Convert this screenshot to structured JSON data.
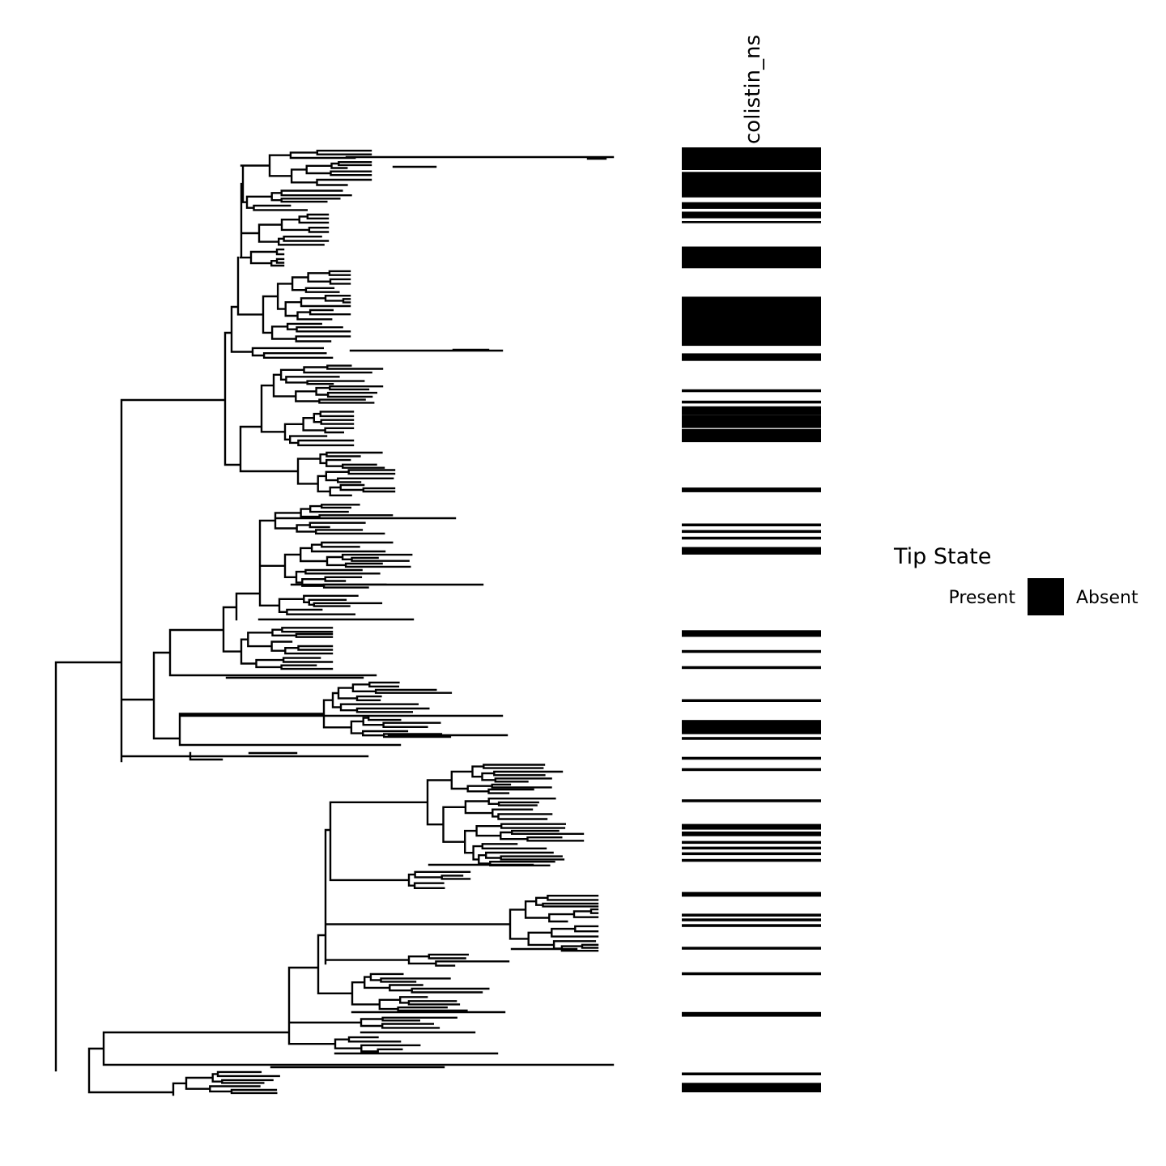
{
  "heatmap": {
    "column_label": "colistin_ns",
    "present_rows": [
      [
        0.0,
        0.024
      ],
      [
        0.026,
        0.053
      ],
      [
        0.058,
        0.065
      ],
      [
        0.068,
        0.075
      ],
      [
        0.078,
        0.08
      ],
      [
        0.105,
        0.128
      ],
      [
        0.158,
        0.21
      ],
      [
        0.218,
        0.226
      ],
      [
        0.256,
        0.259
      ],
      [
        0.268,
        0.271
      ],
      [
        0.274,
        0.283
      ],
      [
        0.283,
        0.297
      ],
      [
        0.298,
        0.312
      ],
      [
        0.36,
        0.365
      ],
      [
        0.398,
        0.401
      ],
      [
        0.405,
        0.408
      ],
      [
        0.412,
        0.415
      ],
      [
        0.423,
        0.431
      ],
      [
        0.511,
        0.518
      ],
      [
        0.532,
        0.535
      ],
      [
        0.549,
        0.552
      ],
      [
        0.584,
        0.587
      ],
      [
        0.606,
        0.621
      ],
      [
        0.624,
        0.627
      ],
      [
        0.645,
        0.648
      ],
      [
        0.657,
        0.66
      ],
      [
        0.69,
        0.693
      ],
      [
        0.716,
        0.722
      ],
      [
        0.724,
        0.729
      ],
      [
        0.734,
        0.737
      ],
      [
        0.74,
        0.743
      ],
      [
        0.746,
        0.749
      ],
      [
        0.753,
        0.756
      ],
      [
        0.788,
        0.793
      ],
      [
        0.811,
        0.814
      ],
      [
        0.816,
        0.819
      ],
      [
        0.822,
        0.825
      ],
      [
        0.846,
        0.849
      ],
      [
        0.873,
        0.876
      ],
      [
        0.915,
        0.92
      ],
      [
        0.979,
        0.982
      ],
      [
        0.99,
        1.0
      ]
    ]
  },
  "legend": {
    "title": "Tip State",
    "present_label": "Present",
    "absent_label": "Absent",
    "key_color": "#000000"
  },
  "colors": {
    "line": "#000000",
    "background": "#ffffff"
  }
}
